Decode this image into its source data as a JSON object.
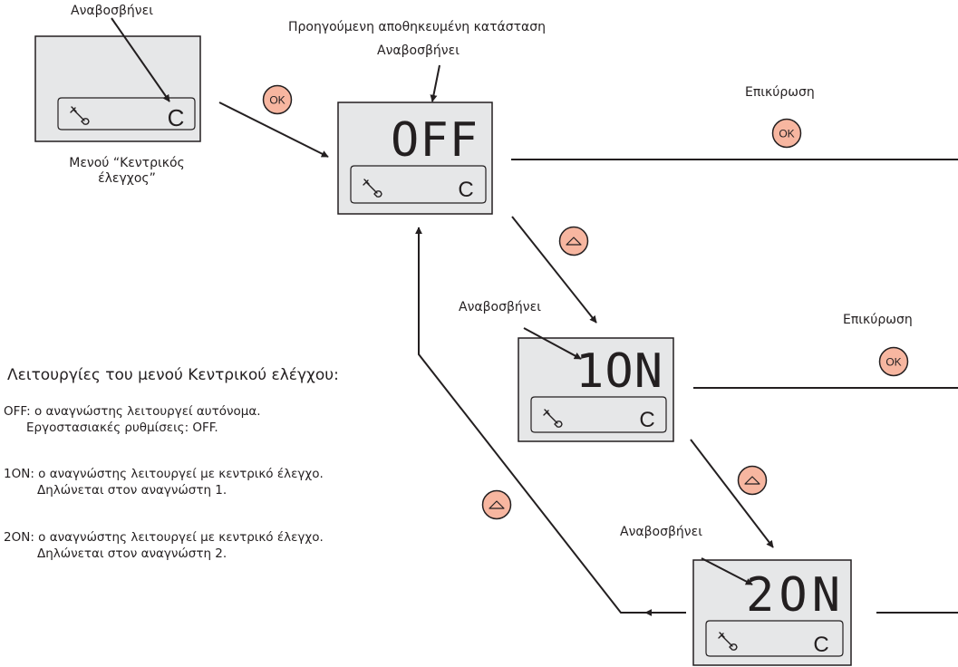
{
  "colors": {
    "screen_fill": "#e6e7e8",
    "outline": "#231f20",
    "button_fill": "#f7b6a0"
  },
  "labels": {
    "blink_top_left": "Αναβοσβήνει",
    "menu_caption_line1": "Μενού “Κεντρικός",
    "menu_caption_line2": "έλεγχος”",
    "prev_saved_state": "Προηγούμενη αποθηκευμένη κατάσταση",
    "blink_off": "Αναβοσβήνει",
    "blink_1on": "Αναβοσβήνει",
    "blink_2on": "Αναβοσβήνει",
    "confirm_1": "Επικύρωση",
    "confirm_2": "Επικύρωση"
  },
  "screens": {
    "menu": {
      "value": "",
      "right_char": "C",
      "icon": "wrench-icon"
    },
    "off": {
      "value": "OFF",
      "right_char": "C",
      "icon": "wrench-icon"
    },
    "on1": {
      "value": "1ON",
      "right_char": "C",
      "icon": "wrench-icon"
    },
    "on2": {
      "value": "2ON",
      "right_char": "C",
      "icon": "wrench-icon"
    }
  },
  "buttons": {
    "ok_label": "OK",
    "up_icon": "up-arrow-icon"
  },
  "legend": {
    "title": "Λειτουργίες του μενού Κεντρικού ελέγχου:",
    "modes": [
      {
        "line1": "OFF: ο αναγνώστης λειτουργεί αυτόνομα.",
        "line2": "Εργοστασιακές ρυθμίσεις: OFF."
      },
      {
        "line1": "1ON: ο αναγνώστης λειτουργεί με κεντρικό έλεγχο.",
        "line2": "Δηλώνεται στον αναγνώστη 1."
      },
      {
        "line1": "2ON: ο αναγνώστης λειτουργεί με κεντρικό έλεγχο.",
        "line2": "Δηλώνεται στον αναγνώστη 2."
      }
    ]
  }
}
